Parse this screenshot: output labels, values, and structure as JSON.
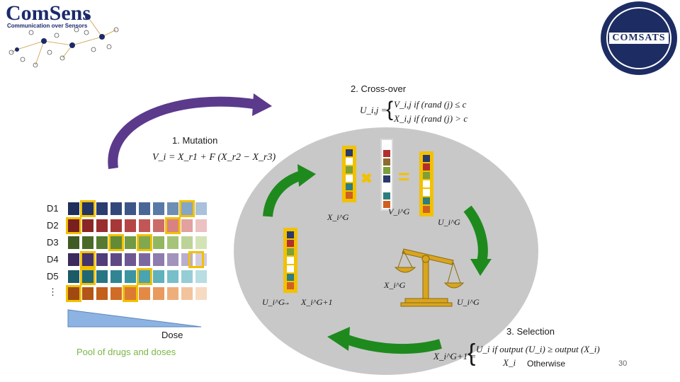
{
  "logo": {
    "brand": "ComSens",
    "tagline": "Communication over Sensors",
    "badge": "COMSATS"
  },
  "mutation": {
    "title": "1. Mutation",
    "formula": "V_i = X_r1 + F (X_r2 − X_r3)"
  },
  "crossover": {
    "title": "2. Cross-over",
    "lhs": "U_i,j =",
    "case1": "V_i,j if (rand (j) ≤ c",
    "case2": "X_i,j if (rand (j) > c"
  },
  "selection": {
    "title": "3. Selection",
    "lhs": "X_i^G+1 =",
    "case1": "U_i if output (U_i) ≥ output (X_i)",
    "case2_var": "X_i",
    "case2_text": "Otherwise"
  },
  "labels": {
    "xi_g": "X_i^G",
    "vi_g": "V_i^G",
    "ui_g": "U_i^G",
    "xi_g_sel": "X_i^G",
    "ui_g_sel": "U_i^G",
    "ui_g_bottom": "U_i^G",
    "arrow_glyph": "→",
    "xi_g1": "X_i^G+1"
  },
  "operators": {
    "times": "✖",
    "equals": "="
  },
  "pool": {
    "rows": [
      "D1",
      "D2",
      "D3",
      "D4",
      "D5",
      "⋮"
    ],
    "dose_label": "Dose",
    "caption": "Pool of drugs and doses"
  },
  "colors": {
    "purple_arrow": "#5b3a8c",
    "green_arrow": "#1e8a1e",
    "circle": "#c8c8c8",
    "highlight": "#f2c100",
    "caption_green": "#7ab648",
    "triangle": "#8db3e2"
  },
  "page_number": "30"
}
